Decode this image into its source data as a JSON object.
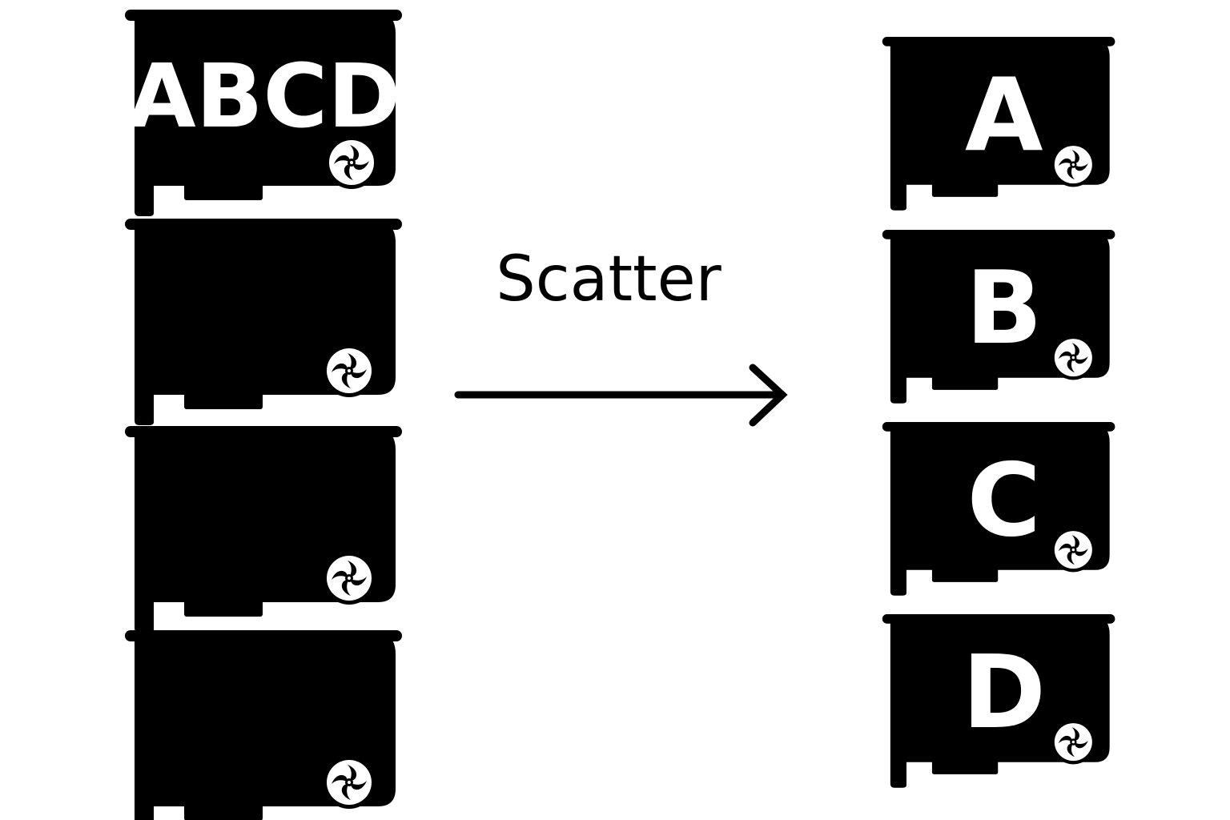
{
  "operation": {
    "label": "Scatter",
    "arrow_direction": "right"
  },
  "source": {
    "cards": [
      {
        "label": "ABCD"
      },
      {
        "label": ""
      },
      {
        "label": ""
      },
      {
        "label": ""
      }
    ]
  },
  "destination": {
    "cards": [
      {
        "label": "A"
      },
      {
        "label": "B"
      },
      {
        "label": "C"
      },
      {
        "label": "D"
      }
    ]
  },
  "icons": {
    "card": "gpu-card-icon",
    "fan": "fan-icon"
  },
  "colors": {
    "card": "#000000",
    "text": "#ffffff",
    "background": "#ffffff"
  }
}
